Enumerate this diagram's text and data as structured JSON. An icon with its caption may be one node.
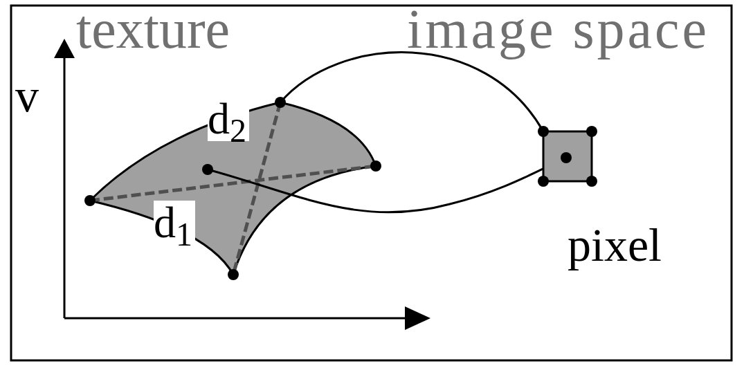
{
  "diagram": {
    "labels": [
      "texture",
      "image space",
      "v",
      "d$_{2}$",
      "d$_{1}$",
      "pixel"
    ]
  }
}
